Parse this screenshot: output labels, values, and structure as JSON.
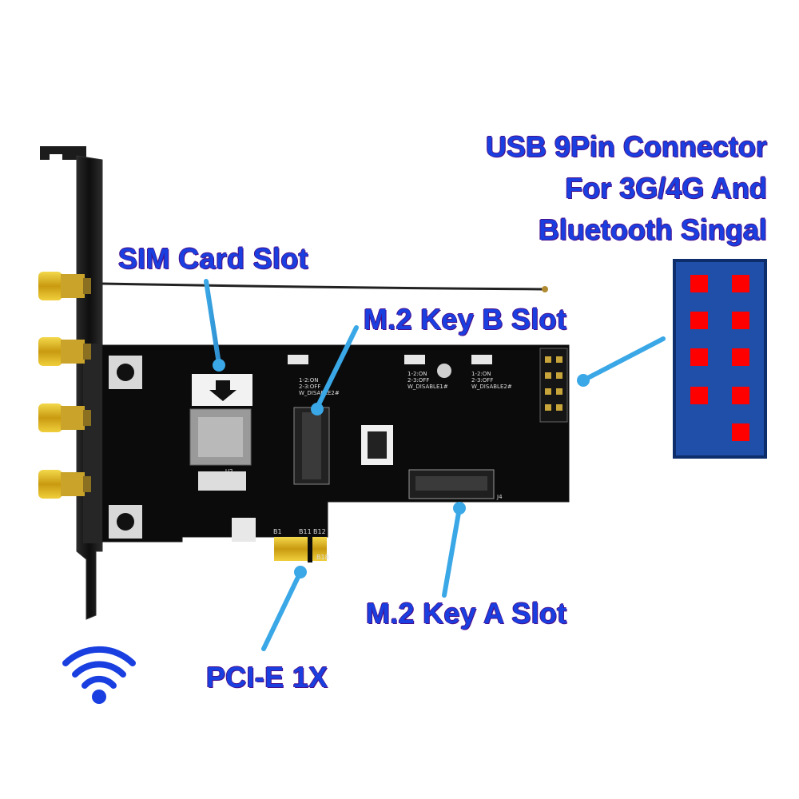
{
  "labels": {
    "sim_card_slot": "SIM Card Slot",
    "m2_key_b_slot": "M.2 Key B Slot",
    "m2_key_a_slot": "M.2 Key A Slot",
    "pcie_1x": "PCI-E 1X",
    "usb_connector": [
      "USB 9Pin Connector",
      "For 3G/4G And",
      "Bluetooth Singal"
    ]
  },
  "pcb_silkscreen": {
    "b1": "B1",
    "b11": "B11",
    "b12": "B12",
    "b18": "B18",
    "sw_on": "1-2:ON",
    "sw_off": "2-3:OFF",
    "w_disable1": "W_DISABLE1#",
    "w_disable2": "W_DISABLE2#",
    "u2": "U2",
    "j4": "J4"
  },
  "colors": {
    "label_blue": "#1a3fe0",
    "pointer_blue": "#3aa7e6",
    "pcb": "#0d0d0d",
    "bracket": "#1b1b1b",
    "gold": "#d9b11b",
    "pin_panel": "#1f4fa8",
    "pin_red": "#ff0000"
  },
  "icons": {
    "wifi": "wifi-icon"
  }
}
